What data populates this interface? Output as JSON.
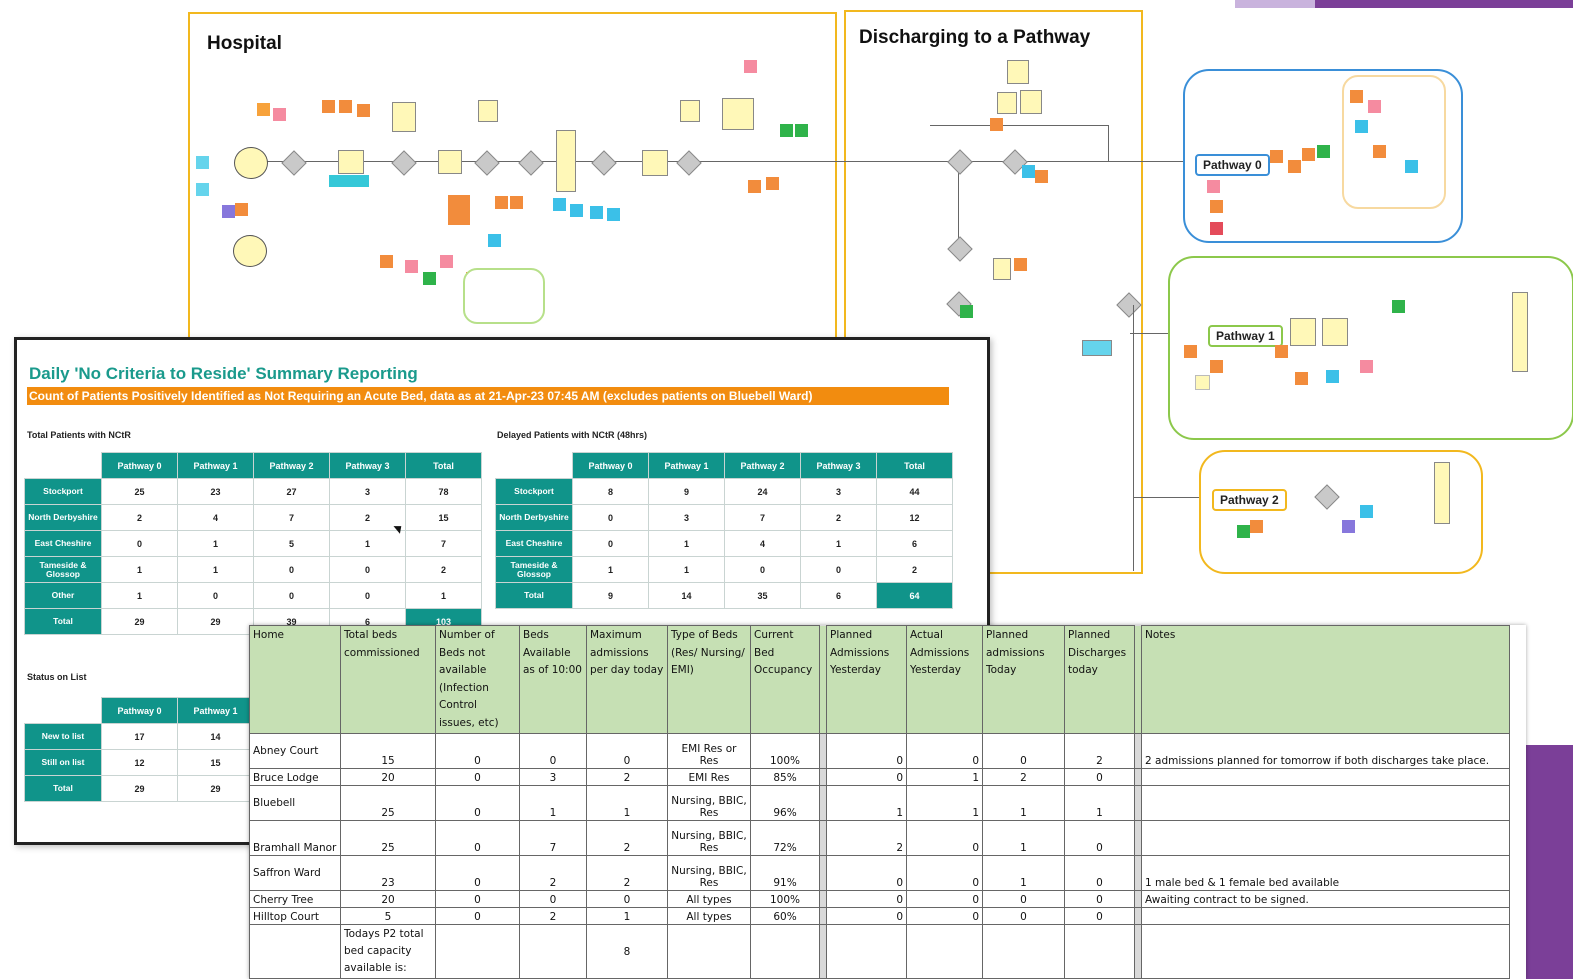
{
  "board": {
    "hospital_title": "Hospital",
    "discharging_title": "Discharging to a Pathway",
    "pathways": [
      "Pathway 0",
      "Pathway 1",
      "Pathway 2"
    ]
  },
  "report": {
    "title": "Daily 'No Criteria to Reside' Summary Reporting",
    "subtitle": "Count of Patients Positively Identified as Not Requiring an Acute Bed, data as at 21-Apr-23 07:45 AM (excludes patients on Bluebell Ward)",
    "total_table": {
      "caption": "Total Patients with NCtR",
      "headers": [
        "Pathway 0",
        "Pathway 1",
        "Pathway 2",
        "Pathway 3",
        "Total"
      ],
      "rows": [
        {
          "label": "Stockport",
          "values": [
            "25",
            "23",
            "27",
            "3",
            "78"
          ]
        },
        {
          "label": "North Derbyshire",
          "values": [
            "2",
            "4",
            "7",
            "2",
            "15"
          ]
        },
        {
          "label": "East Cheshire",
          "values": [
            "0",
            "1",
            "5",
            "1",
            "7"
          ]
        },
        {
          "label": "Tameside & Glossop",
          "values": [
            "1",
            "1",
            "0",
            "0",
            "2"
          ]
        },
        {
          "label": "Other",
          "values": [
            "1",
            "0",
            "0",
            "0",
            "1"
          ]
        },
        {
          "label": "Total",
          "values": [
            "29",
            "29",
            "39",
            "6",
            "103"
          ]
        }
      ]
    },
    "delayed_table": {
      "caption": "Delayed Patients with NCtR (48hrs)",
      "headers": [
        "Pathway 0",
        "Pathway 1",
        "Pathway 2",
        "Pathway 3",
        "Total"
      ],
      "rows": [
        {
          "label": "Stockport",
          "values": [
            "8",
            "9",
            "24",
            "3",
            "44"
          ]
        },
        {
          "label": "North Derbyshire",
          "values": [
            "0",
            "3",
            "7",
            "2",
            "12"
          ]
        },
        {
          "label": "East Cheshire",
          "values": [
            "0",
            "1",
            "4",
            "1",
            "6"
          ]
        },
        {
          "label": "Tameside & Glossop",
          "values": [
            "1",
            "1",
            "0",
            "0",
            "2"
          ]
        },
        {
          "label": "Total",
          "values": [
            "9",
            "14",
            "35",
            "6",
            "64"
          ]
        }
      ]
    },
    "status_table": {
      "caption": "Status on List",
      "headers": [
        "Pathway 0",
        "Pathway 1"
      ],
      "rows": [
        {
          "label": "New to list",
          "values": [
            "17",
            "14"
          ]
        },
        {
          "label": "Still on list",
          "values": [
            "12",
            "15"
          ]
        },
        {
          "label": "Total",
          "values": [
            "29",
            "29"
          ]
        }
      ]
    }
  },
  "p2_sheet": {
    "headers": {
      "home": "Home",
      "total_beds": "Total beds commissioned",
      "not_available": "Number of Beds not available (Infection Control issues, etc)",
      "available": "Beds Available as of 10:00",
      "max_admissions": "Maximum admissions per day today",
      "type": "Type of Beds (Res/ Nursing/ EMI)",
      "occupancy": "Current Bed Occupancy",
      "planned_yesterday": "Planned Admissions Yesterday",
      "actual_yesterday": "Actual Admissions Yesterday",
      "planned_today": "Planned admissions Today",
      "planned_discharges": "Planned Discharges today",
      "notes": "Notes"
    },
    "rows": [
      {
        "home": "Abney Court",
        "total": "15",
        "na": "0",
        "avail": "0",
        "max": "0",
        "type": "EMI Res or Res",
        "occ": "100%",
        "py": "0",
        "ay": "0",
        "pt": "0",
        "pd": "2",
        "notes": "2 admissions planned for tomorrow if both discharges take place."
      },
      {
        "home": "Bruce Lodge",
        "total": "20",
        "na": "0",
        "avail": "3",
        "max": "2",
        "type": "EMI Res",
        "occ": "85%",
        "py": "0",
        "ay": "1",
        "pt": "2",
        "pd": "0",
        "notes": ""
      },
      {
        "home": "Bluebell",
        "total": "25",
        "na": "0",
        "avail": "1",
        "max": "1",
        "type": "Nursing, BBIC, Res",
        "occ": "96%",
        "py": "1",
        "ay": "1",
        "pt": "1",
        "pd": "1",
        "notes": ""
      },
      {
        "home": "Bramhall Manor",
        "total": "25",
        "na": "0",
        "avail": "7",
        "max": "2",
        "type": "Nursing, BBIC, Res",
        "occ": "72%",
        "py": "2",
        "ay": "0",
        "pt": "1",
        "pd": "0",
        "notes": ""
      },
      {
        "home": "Saffron Ward",
        "total": "23",
        "na": "0",
        "avail": "2",
        "max": "2",
        "type": "Nursing, BBIC, Res",
        "occ": "91%",
        "py": "0",
        "ay": "0",
        "pt": "1",
        "pd": "0",
        "notes": "1 male bed & 1 female bed available"
      },
      {
        "home": "Cherry Tree",
        "total": "20",
        "na": "0",
        "avail": "0",
        "max": "0",
        "type": "All types",
        "occ": "100%",
        "py": "0",
        "ay": "0",
        "pt": "0",
        "pd": "0",
        "notes": "Awaiting contract to be signed."
      },
      {
        "home": "Hilltop Court",
        "total": "5",
        "na": "0",
        "avail": "2",
        "max": "1",
        "type": "All types",
        "occ": "60%",
        "py": "0",
        "ay": "0",
        "pt": "0",
        "pd": "0",
        "notes": ""
      }
    ],
    "capacity_label": "Todays P2 total bed capacity available is:",
    "capacity_value": "8"
  }
}
